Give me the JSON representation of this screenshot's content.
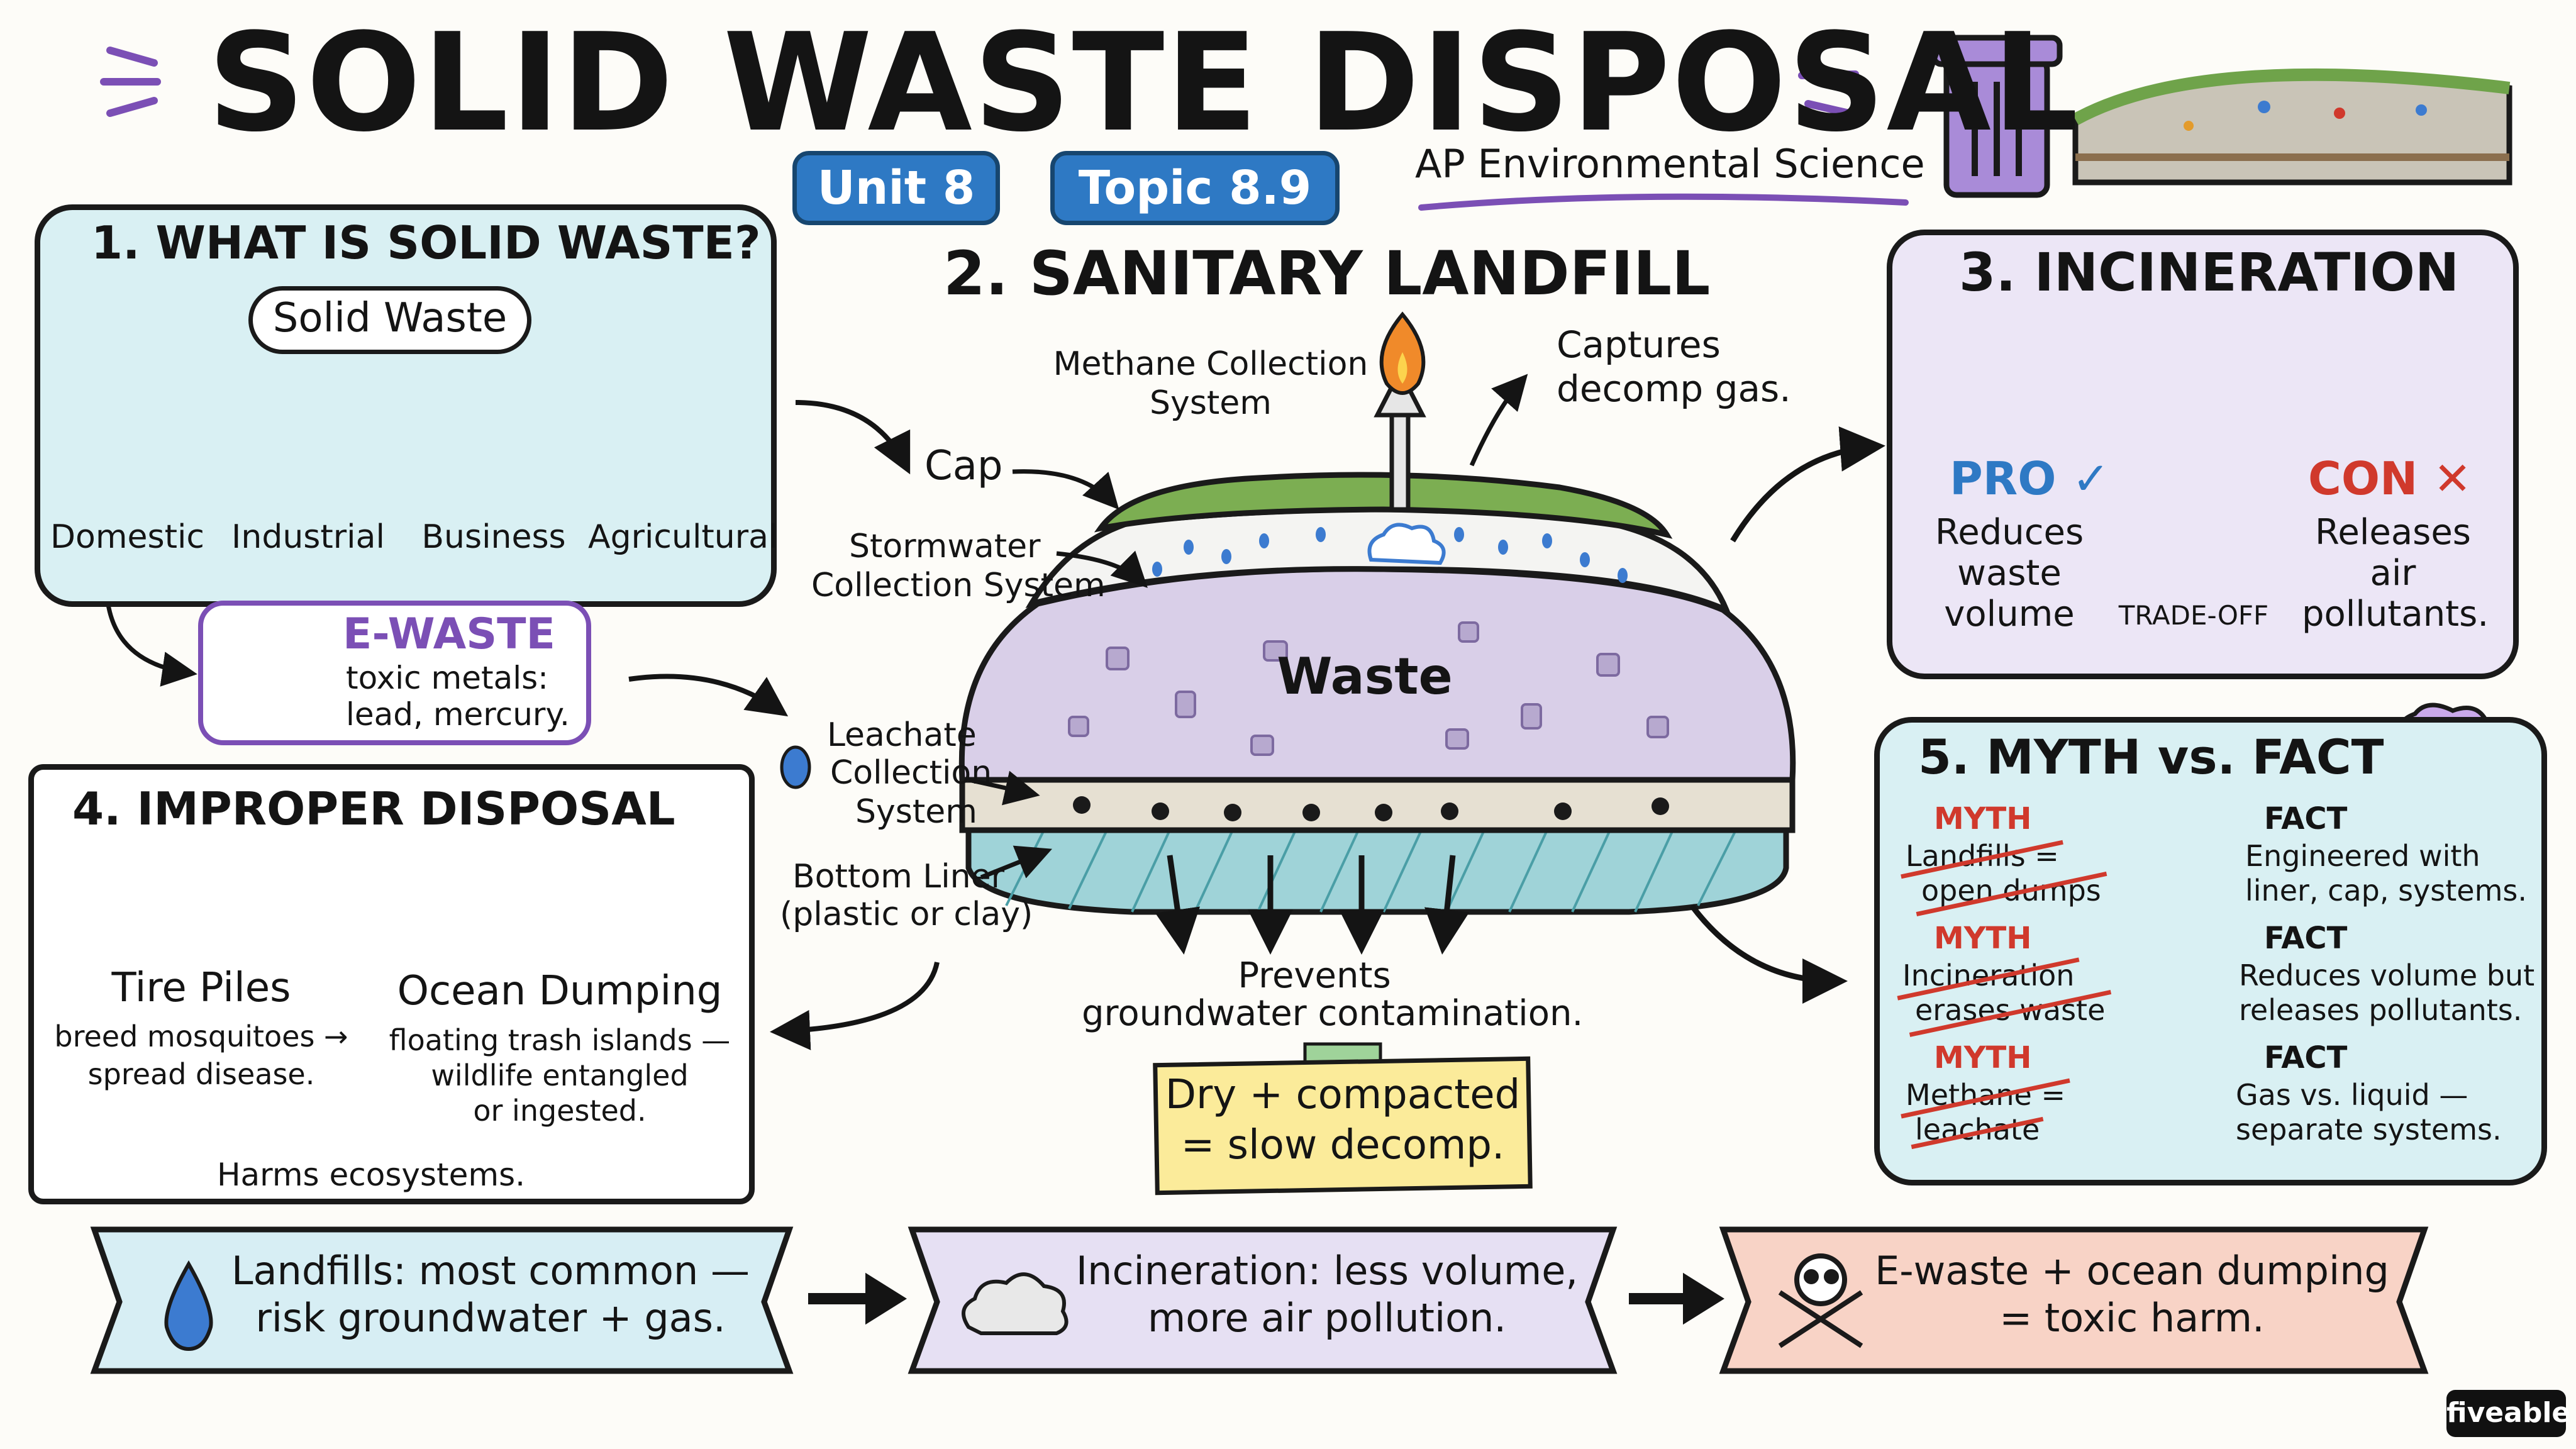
{
  "title": "SOLID WASTE DISPOSAL",
  "badges": {
    "unit": "Unit 8",
    "topic": "Topic 8.9",
    "course": "AP Environmental Science"
  },
  "section1": {
    "heading": "1. WHAT IS SOLID WASTE?",
    "root": "Solid Waste",
    "categories": [
      "Domestic",
      "Industrial",
      "Business",
      "Agricultural"
    ],
    "ewaste": {
      "title": "E-WASTE",
      "line1": "toxic metals:",
      "line2": "lead, mercury."
    }
  },
  "section2": {
    "heading": "2. SANITARY LANDFILL",
    "methane_line1": "Methane Collection",
    "methane_line2": "System",
    "captures_line1": "Captures",
    "captures_line2": "decomp gas.",
    "cap": "Cap",
    "stormwater_line1": "Stormwater",
    "stormwater_line2": "Collection System",
    "waste": "Waste",
    "leachate_line1": "Leachate",
    "leachate_line2": "Collection",
    "leachate_line3": "System",
    "liner_line1": "Bottom Liner",
    "liner_line2": "(plastic or clay)",
    "prevents_line1": "Prevents",
    "prevents_line2": "groundwater contamination.",
    "note_line1": "Dry + compacted",
    "note_line2": "= slow decomp."
  },
  "section3": {
    "heading": "3. INCINERATION",
    "pro": "PRO",
    "pro_mark": "✓",
    "pro_text": [
      "Reduces",
      "waste",
      "volume"
    ],
    "con": "CON",
    "con_mark": "✕",
    "con_text": [
      "Releases",
      "air",
      "pollutants."
    ],
    "tradeoff": "TRADE-OFF"
  },
  "section4": {
    "heading": "4. IMPROPER DISPOSAL",
    "tire_title": "Tire Piles",
    "tire_line1": "breed mosquitoes →",
    "tire_line2": "spread disease.",
    "ocean_title": "Ocean Dumping",
    "ocean_line1": "floating trash islands —",
    "ocean_line2": "wildlife entangled",
    "ocean_line3": "or ingested.",
    "footer": "Harms ecosystems."
  },
  "section5": {
    "heading": "5. MYTH vs. FACT",
    "rows": [
      {
        "myth_label": "MYTH",
        "myth_line1": "Landfills =",
        "myth_line2": "open dumps",
        "fact_label": "FACT",
        "fact_line1": "Engineered with",
        "fact_line2": "liner, cap, systems."
      },
      {
        "myth_label": "MYTH",
        "myth_line1": "Incineration",
        "myth_line2": "erases waste",
        "fact_label": "FACT",
        "fact_line1": "Reduces volume but",
        "fact_line2": "releases pollutants."
      },
      {
        "myth_label": "MYTH",
        "myth_line1": "Methane =",
        "myth_line2": "leachate",
        "fact_label": "FACT",
        "fact_line1": "Gas vs. liquid —",
        "fact_line2": "separate systems."
      }
    ]
  },
  "summary": [
    {
      "line1": "Landfills: most common —",
      "line2": "risk groundwater + gas.",
      "icon": "water-drop-icon",
      "color": "#d7eef4"
    },
    {
      "line1": "Incineration: less volume,",
      "line2": "more air pollution.",
      "icon": "cloud-icon",
      "color": "#e6e0f3"
    },
    {
      "line1": "E-waste + ocean dumping",
      "line2": "= toxic harm.",
      "icon": "skull-crossbones-icon",
      "color": "#f8d3c6"
    }
  ],
  "brand": "fiveable",
  "colors": {
    "teal_panel": "#d9f0f3",
    "purple_panel": "#ece6f6",
    "pill_blue": "#2e79c4",
    "accent_purple": "#7b4fb5",
    "red": "#d0392c",
    "note_yellow": "#fbeb9a"
  }
}
